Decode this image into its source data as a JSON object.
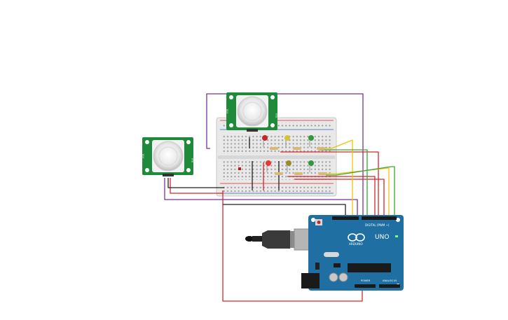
{
  "board": {
    "logo_text": "ARDUINO",
    "model_text": "UNO",
    "digital_label": "DIGITAL (PWM ~)",
    "analog_label": "ANALOG IN",
    "power_label": "POWER"
  },
  "sensors": {
    "label": "PIR"
  },
  "colors": {
    "wire_purple": "#7b3294",
    "wire_red": "#d62728",
    "wire_black": "#222222",
    "wire_yellow": "#f0c20a",
    "wire_green": "#3aa63a",
    "board_blue": "#1f6fa3",
    "sensor_green": "#1f8a3a",
    "breadboard": "#e8e8e8"
  }
}
